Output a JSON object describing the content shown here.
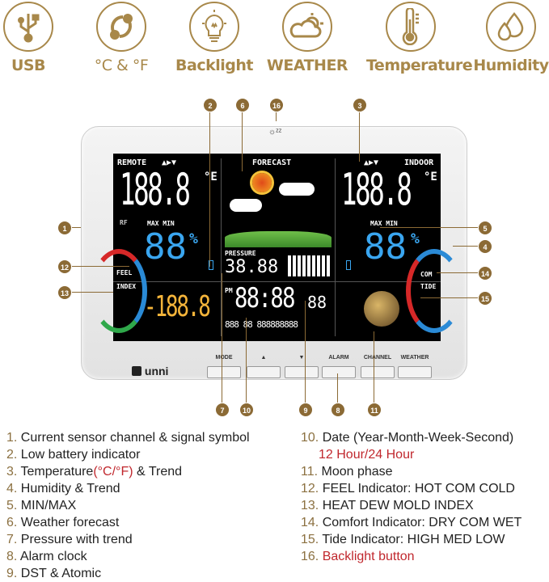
{
  "features": [
    {
      "icon": "usb-icon",
      "label": "USB"
    },
    {
      "icon": "celsius-fahrenheit-icon",
      "label": "°C & °F"
    },
    {
      "icon": "lightbulb-icon",
      "label": "Backlight"
    },
    {
      "icon": "weather-icon",
      "label": "WEATHER"
    },
    {
      "icon": "thermometer-icon",
      "label": "Temperature"
    },
    {
      "icon": "humidity-icon",
      "label": "Humidity"
    }
  ],
  "display": {
    "remote": "REMOTE",
    "forecast": "FORECAST",
    "indoor": "INDOOR",
    "remote_temp": "188.8",
    "indoor_temp": "188.8",
    "unit": "°E",
    "maxmin": "MAX MIN",
    "humidity": "88",
    "percent": "%",
    "feel": "FEEL",
    "index": "INDEX",
    "index_value": "-188.8",
    "pressure_label": "PRESSURE",
    "pressure": "38.88",
    "pm": "PM",
    "time": "88:88",
    "seconds": "88",
    "date": "888 88 888888888",
    "com": "COM",
    "tide": "TIDE",
    "rf": "RF"
  },
  "buttons": [
    "MODE",
    "▲",
    "▼",
    "ALARM",
    "CHANNEL",
    "WEATHER"
  ],
  "brand": "unni",
  "markers": [
    "1",
    "2",
    "3",
    "4",
    "5",
    "6",
    "7",
    "8",
    "9",
    "10",
    "11",
    "12",
    "13",
    "14",
    "15",
    "16"
  ],
  "legend": {
    "left": [
      {
        "n": "1.",
        "t": "Current sensor channel & signal symbol"
      },
      {
        "n": "2.",
        "t": "Low battery indicator"
      },
      {
        "n": "3.",
        "t": "Temperature",
        "red": "(°C/°F)",
        "t2": " & Trend"
      },
      {
        "n": "4.",
        "t": "Humidity & Trend"
      },
      {
        "n": "5.",
        "t": "MIN/MAX"
      },
      {
        "n": "6.",
        "t": "Weather forecast"
      },
      {
        "n": "7.",
        "t": "Pressure with trend"
      },
      {
        "n": "8.",
        "t": "Alarm clock"
      },
      {
        "n": "9.",
        "t": "DST & Atomic"
      }
    ],
    "right": [
      {
        "n": "10.",
        "t": "Date (Year-Month-Week-Second)"
      },
      {
        "n": "",
        "red": "12 Hour/24 Hour"
      },
      {
        "n": "11.",
        "t": "Moon phase"
      },
      {
        "n": "12.",
        "t": "FEEL Indicator: HOT COM COLD"
      },
      {
        "n": "13.",
        "t": "HEAT DEW MOLD INDEX"
      },
      {
        "n": "14.",
        "t": "Comfort Indicator: DRY COM WET"
      },
      {
        "n": "15.",
        "t": "Tide Indicator: HIGH MED LOW"
      },
      {
        "n": "16.",
        "red": "Backlight button"
      }
    ]
  },
  "colors": {
    "gold": "#a8884a",
    "marker": "#8b6a35",
    "accent_red": "#c0272d",
    "lcd_blue": "#3aa6f0",
    "lcd_orange": "#f4b43a"
  }
}
